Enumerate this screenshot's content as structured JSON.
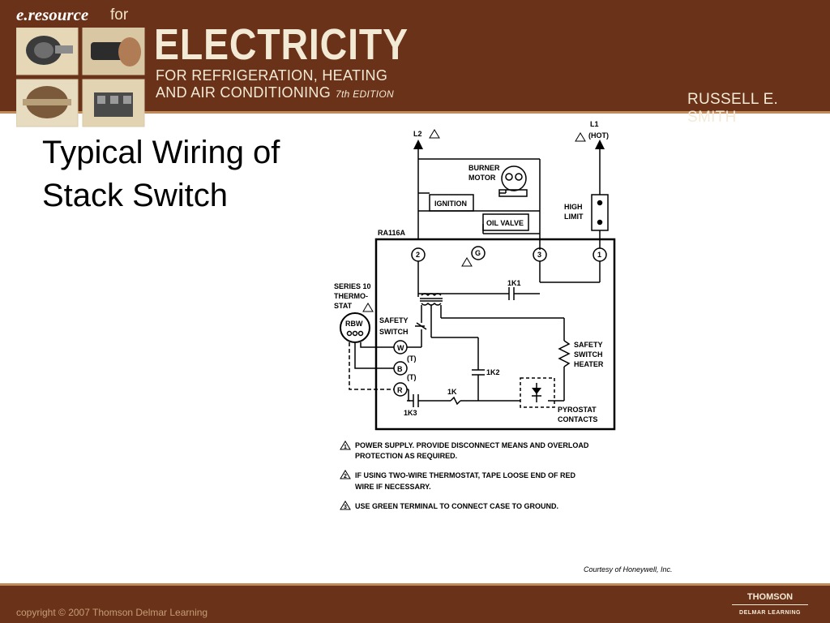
{
  "header": {
    "brand": "e.resource",
    "brand_for": "for",
    "title": "ELECTRICITY",
    "subtitle_line1": "FOR REFRIGERATION, HEATING",
    "subtitle_line2": "AND AIR CONDITIONING",
    "edition": "7th EDITION",
    "author": "RUSSELL E. SMITH"
  },
  "slide": {
    "title_line1": "Typical Wiring of",
    "title_line2": "Stack Switch"
  },
  "diagram": {
    "l2": "L2",
    "l1": "L1",
    "hot": "(HOT)",
    "burner_motor_1": "BURNER",
    "burner_motor_2": "MOTOR",
    "ignition": "IGNITION",
    "oil_valve": "OIL VALVE",
    "high_limit_1": "HIGH",
    "high_limit_2": "LIMIT",
    "model": "RA116A",
    "t2": "2",
    "t3": "3",
    "t1": "1",
    "g": "G",
    "k1_1": "1K1",
    "k1_2": "1K2",
    "k1_3": "1K3",
    "k1": "1K",
    "thermostat_1": "SERIES 10",
    "thermostat_2": "THERMO-",
    "thermostat_3": "STAT",
    "rbw": "RBW",
    "safety_switch_1": "SAFETY",
    "safety_switch_2": "SWITCH",
    "w": "W",
    "b": "B",
    "r": "R",
    "t": "(T)",
    "safety_heater_1": "SAFETY",
    "safety_heater_2": "SWITCH",
    "safety_heater_3": "HEATER",
    "pyrostat_1": "PYROSTAT",
    "pyrostat_2": "CONTACTS",
    "note1_num": "1",
    "note1_line1": "POWER SUPPLY.  PROVIDE DISCONNECT MEANS AND OVERLOAD",
    "note1_line2": "PROTECTION AS REQUIRED.",
    "note2_num": "2",
    "note2_line1": "IF USING TWO-WIRE THERMOSTAT, TAPE LOOSE END OF RED",
    "note2_line2": "WIRE IF NECESSARY.",
    "note3_num": "3",
    "note3_line1": "USE GREEN TERMINAL TO CONNECT CASE TO GROUND."
  },
  "courtesy": "Courtesy of Honeywell, Inc.",
  "footer": {
    "copyright": "copyright © 2007 Thomson Delmar Learning",
    "publisher": "THOMSON",
    "publisher_sub": "DELMAR LEARNING"
  },
  "colors": {
    "header_bg": "#6a3218",
    "header_text": "#f3ead6",
    "accent_rule": "#c08a5a"
  }
}
